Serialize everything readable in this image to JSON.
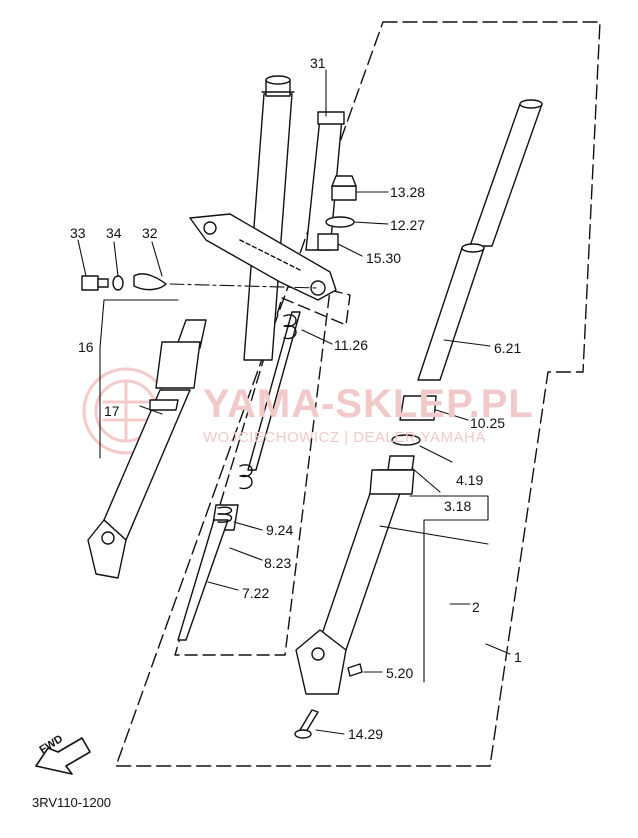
{
  "diagram": {
    "watermark": {
      "title": "YAMA-SKLEP.PL",
      "subtitle": "WOJCIECHOWICZ | DEALER YAMAHA"
    },
    "figure_code": "3RV110-1200",
    "fwd_label": "FWD",
    "callouts": {
      "c31": "31",
      "c13": "13.28",
      "c12": "12.27",
      "c15": "15.30",
      "c33": "33",
      "c34": "34",
      "c32": "32",
      "c16": "16",
      "c17": "17",
      "c11": "11.26",
      "c6": "6.21",
      "c10": "10.25",
      "c4": "4.19",
      "c3": "3.18",
      "c9": "9.24",
      "c8": "8.23",
      "c7": "7.22",
      "c2": "2",
      "c1": "1",
      "c5": "5.20",
      "c14": "14.29"
    },
    "colors": {
      "line": "#111111",
      "watermark": "#f2c9c9",
      "background": "#ffffff"
    }
  }
}
